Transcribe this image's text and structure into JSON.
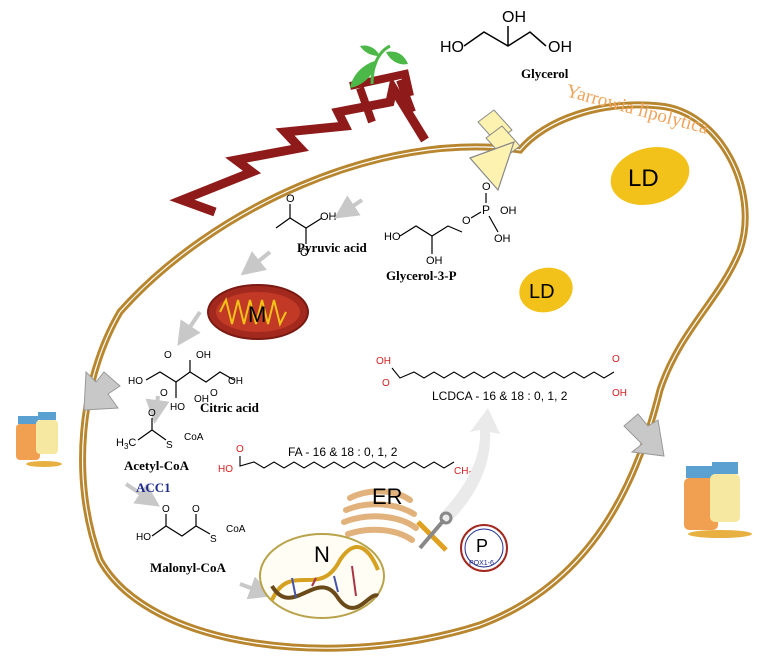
{
  "organism": "Yarrowia lipolytica",
  "labels": {
    "glycerol": "Glycerol",
    "glycerol3p": "Glycerol-3-P",
    "pyruvic_acid": "Pyruvic acid",
    "citric_acid": "Citric acid",
    "acetyl_coa": "Acetyl-CoA",
    "acc1": "ACC1",
    "malonyl_coa": "Malonyl-CoA",
    "fa": "FA - 16 & 18 : 0, 1, 2",
    "lcdca": "LCDCA - 16 & 18 : 0, 1, 2",
    "er": "ER",
    "nucleus": "N",
    "mitochondrion": "M",
    "peroxisome": "P",
    "pox": "POX1-6",
    "ld1": "LD",
    "ld2": "LD"
  },
  "atoms": {
    "ho": "HO",
    "oh": "OH",
    "o": "O",
    "p": "P",
    "s": "S",
    "coa": "CoA",
    "h3c": "H",
    "ch3": "CH"
  },
  "colors": {
    "cell_wall": "#b8862e",
    "organism_label": "#f0a35a",
    "lipid_droplet": "#f2c21b",
    "mitochondrion": "#a3291e",
    "er": "#e2b27c",
    "arrow_gray": "#c8c8c8",
    "acc1": "#1e2a8c",
    "acid_red": "#d62020",
    "pillar": "#8e1a1a",
    "sprout": "#4cb847"
  }
}
